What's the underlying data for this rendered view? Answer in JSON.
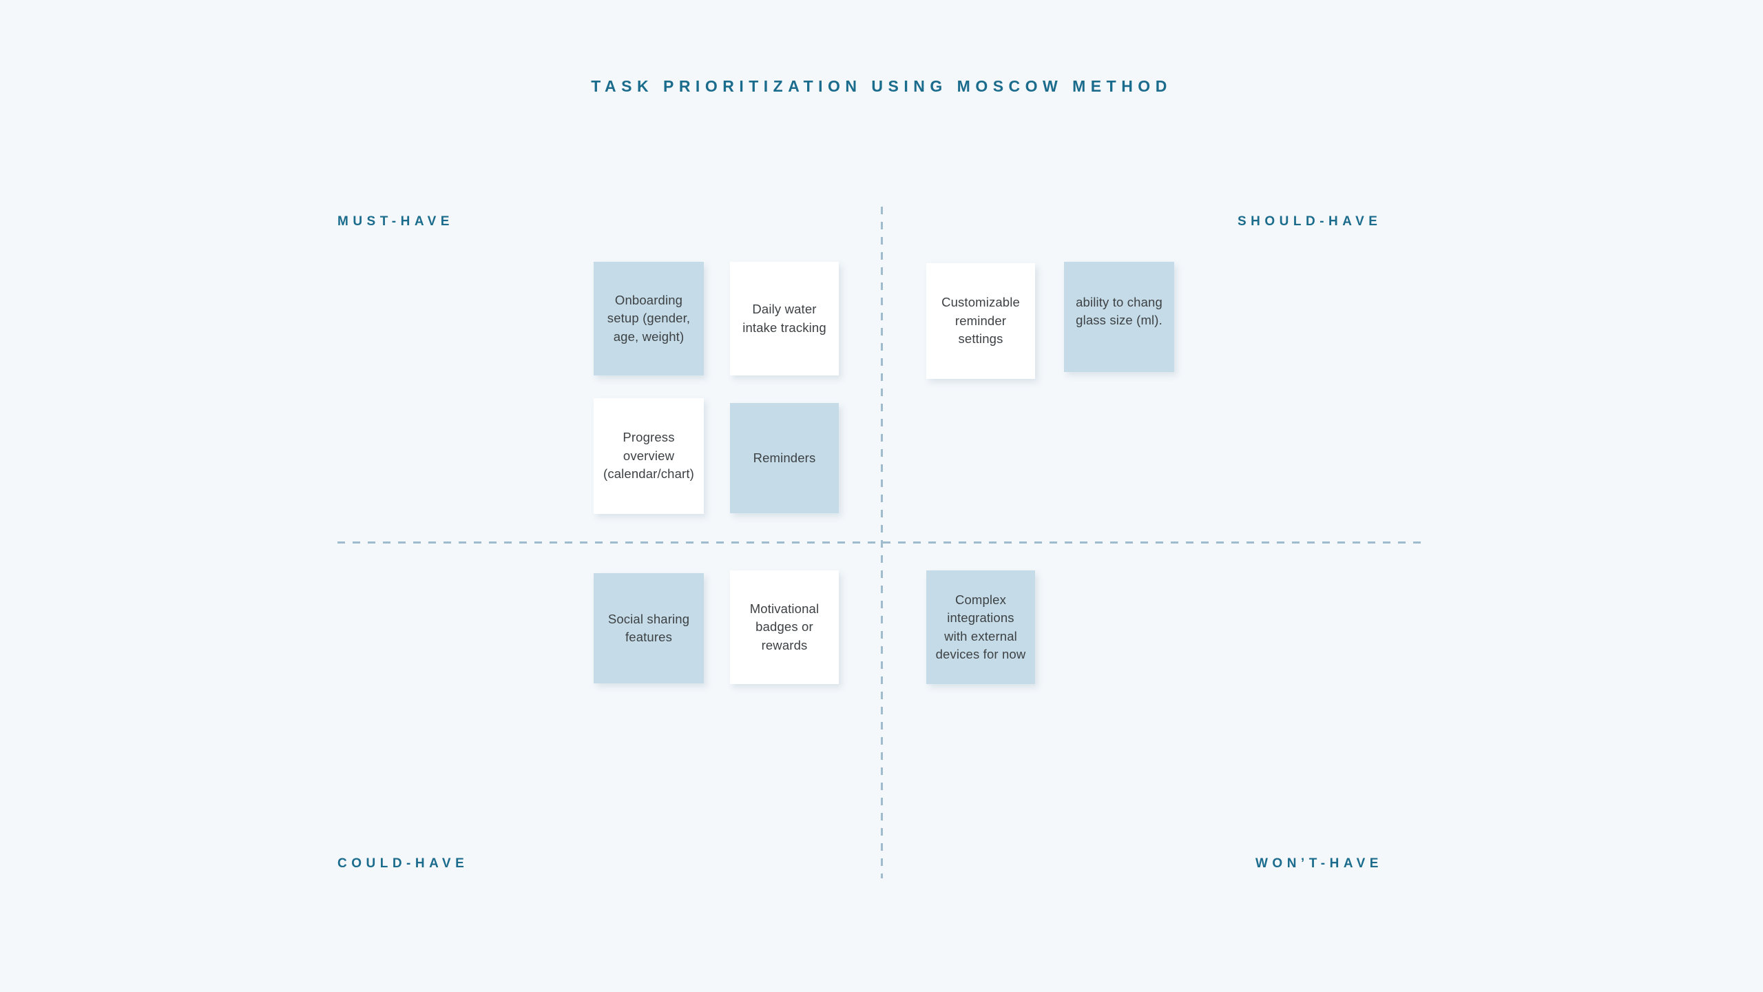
{
  "title": "TASK PRIORITIZATION USING MOSCOW METHOD",
  "colors": {
    "background": "#f4f8fb",
    "accent": "#1b6c8c",
    "note_blue": "#c5dce8",
    "note_white": "#ffffff",
    "note_text": "#3d4144",
    "divider": "#9ebccd"
  },
  "quadrants": [
    {
      "key": "must",
      "label": "MUST-HAVE"
    },
    {
      "key": "should",
      "label": "SHOULD-HAVE"
    },
    {
      "key": "could",
      "label": "COULD-HAVE"
    },
    {
      "key": "wont",
      "label": "WON’T-HAVE"
    }
  ],
  "notes": [
    {
      "id": 0,
      "quadrant": "must",
      "color": "blue",
      "text": "Onboarding setup (gender, age, weight)"
    },
    {
      "id": 1,
      "quadrant": "must",
      "color": "white",
      "text": "Daily water intake tracking"
    },
    {
      "id": 2,
      "quadrant": "must",
      "color": "white",
      "text": "Progress overview (calendar/chart)"
    },
    {
      "id": 3,
      "quadrant": "must",
      "color": "blue",
      "text": "Reminders"
    },
    {
      "id": 4,
      "quadrant": "should",
      "color": "white",
      "text": "Customizable reminder settings"
    },
    {
      "id": 5,
      "quadrant": "should",
      "color": "blue",
      "text": "ability to chang glass size (ml)."
    },
    {
      "id": 6,
      "quadrant": "could",
      "color": "blue",
      "text": "Social sharing features"
    },
    {
      "id": 7,
      "quadrant": "could",
      "color": "white",
      "text": "Motivational badges or rewards"
    },
    {
      "id": 8,
      "quadrant": "wont",
      "color": "blue",
      "text": "Complex integrations with external devices for now"
    }
  ]
}
